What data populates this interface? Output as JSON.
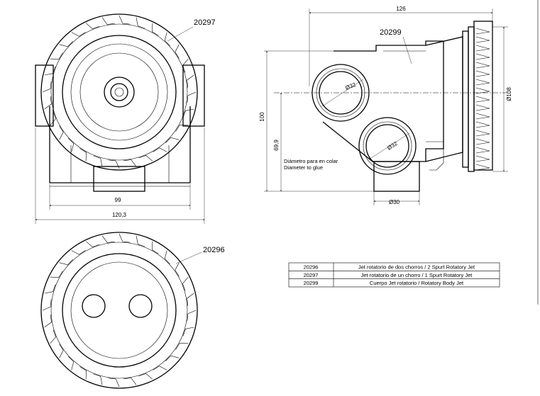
{
  "labels": {
    "top_jet": "20297",
    "body": "20299",
    "bottom_jet": "20296"
  },
  "dimensions": {
    "inner_width": "99",
    "outer_width": "120,3",
    "body_length": "126",
    "flange_diameter": "Ø108",
    "pipe_upper": "Ø32",
    "pipe_lower": "Ø32",
    "outlet": "Ø30",
    "height_total": "100",
    "height_axis": "69,9"
  },
  "note": {
    "es": "Diámetro para en colar",
    "en": "Diameter to glue"
  },
  "parts_table": {
    "rows": [
      {
        "code": "20296",
        "description": "Jet rotatorio de dos chorros / 2 Spurt Rotatory Jet"
      },
      {
        "code": "20297",
        "description": "Jet rotatorio de un chorro / 1 Spurt Rotatory Jet"
      },
      {
        "code": "20299",
        "description": "Cuerpo Jet rotatorio / Rotatory Body Jet"
      }
    ]
  }
}
